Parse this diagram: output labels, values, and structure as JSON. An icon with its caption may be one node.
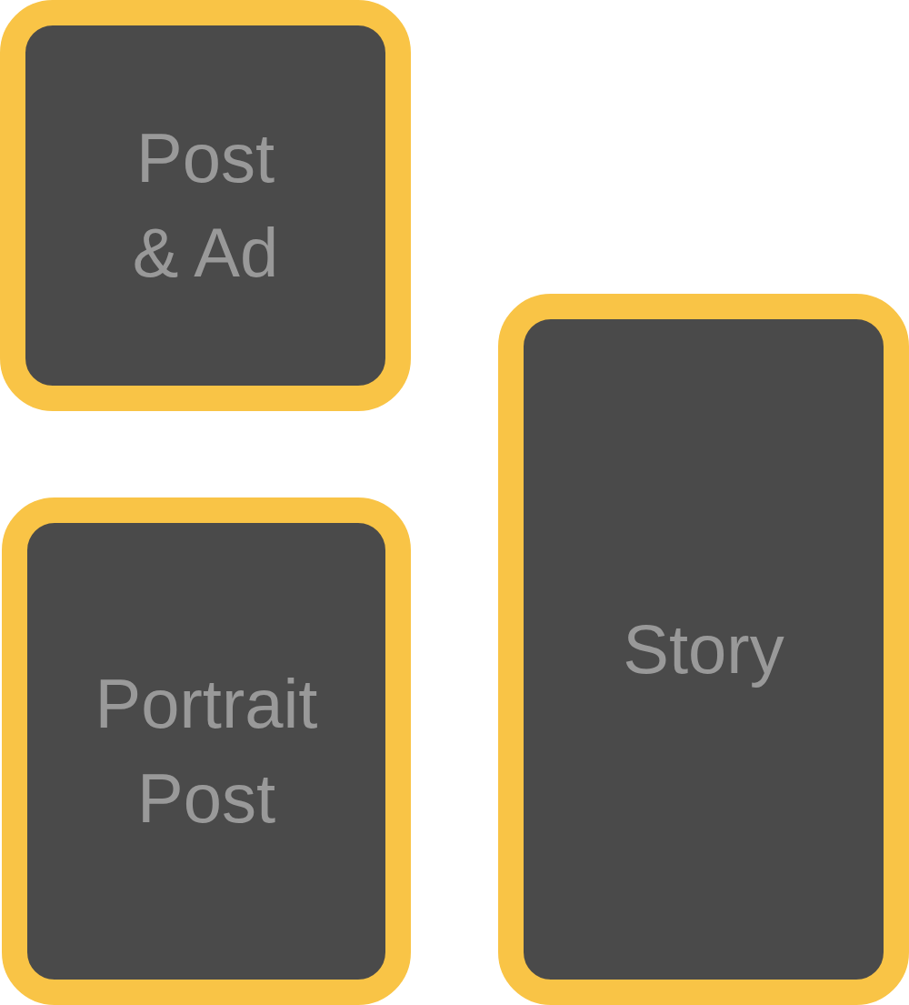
{
  "diagram": {
    "nodes": [
      {
        "text": [
          "Post & Ad"
        ]
      },
      {
        "text": [
          "Portrait Post"
        ]
      },
      {
        "text": [
          "Story"
        ]
      }
    ]
  }
}
